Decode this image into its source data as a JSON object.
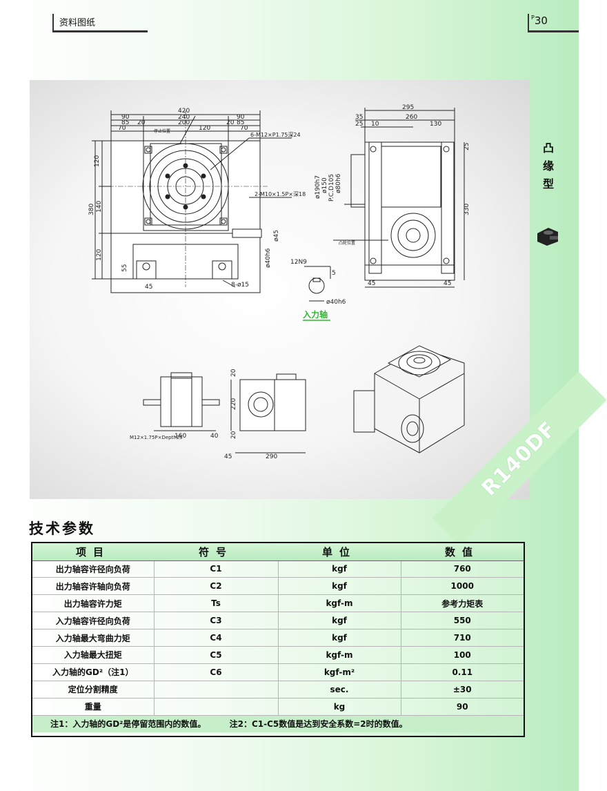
{
  "header": {
    "section": "资料图纸",
    "page_prefix": "P",
    "page_number": "30"
  },
  "side": {
    "type_label": "凸缘型"
  },
  "drawing": {
    "model": "R140DF",
    "input_shaft_label": "入力轴",
    "dims_front": [
      "420",
      "90",
      "240",
      "90",
      "85",
      "20",
      "200",
      "20",
      "85",
      "70",
      "120",
      "70",
      "120",
      "380",
      "140",
      "120",
      "55",
      "45"
    ],
    "callouts": [
      "6-M12×P1.75深24",
      "2-M10×1.5P×深18",
      "8-ø15",
      "停止位置",
      "ø45",
      "ø40h6"
    ],
    "dims_side": [
      "295",
      "35",
      "260",
      "25",
      "10",
      "130",
      "25",
      "330",
      "45",
      "45",
      "ø190h7",
      "ø150",
      "P.C.D105",
      "ø80h6",
      "凸轮位置"
    ],
    "dims_shaft": [
      "12N9",
      "5",
      "ø40h6"
    ],
    "dims_bottom": [
      "M12×1.75P×Depth25",
      "160",
      "40",
      "220",
      "20",
      "20",
      "45",
      "290"
    ]
  },
  "section_title": "技术参数",
  "table": {
    "headers": [
      "项目",
      "符号",
      "单位",
      "数值"
    ],
    "rows": [
      {
        "name": "出力轴容许径向负荷",
        "symbol": "C1",
        "unit": "kgf",
        "value": "760"
      },
      {
        "name": "出力轴容许轴向负荷",
        "symbol": "C2",
        "unit": "kgf",
        "value": "1000"
      },
      {
        "name": "出力轴容许力矩",
        "symbol": "Ts",
        "unit": "kgf-m",
        "value": "参考力矩表"
      },
      {
        "name": "入力轴容许径向负荷",
        "symbol": "C3",
        "unit": "kgf",
        "value": "550"
      },
      {
        "name": "入力轴最大弯曲力矩",
        "symbol": "C4",
        "unit": "kgf",
        "value": "710"
      },
      {
        "name": "入力轴最大扭矩",
        "symbol": "C5",
        "unit": "kgf-m",
        "value": "100"
      },
      {
        "name": "入力轴的GD²（注1）",
        "symbol": "C6",
        "unit": "kgf-m²",
        "value": "0.11"
      },
      {
        "name": "定位分割精度",
        "symbol": "",
        "unit": "sec.",
        "value": "±30"
      },
      {
        "name": "重量",
        "symbol": "",
        "unit": "kg",
        "value": "90"
      }
    ],
    "note1": "注1：入力轴的GD²是停留范围内的数值。",
    "note2": "注2：C1-C5数值是达到安全系数=2时的数值。"
  },
  "colors": {
    "accent_green": "#b9ecbf",
    "header_row": "#c6eec9",
    "line": "#222222"
  }
}
